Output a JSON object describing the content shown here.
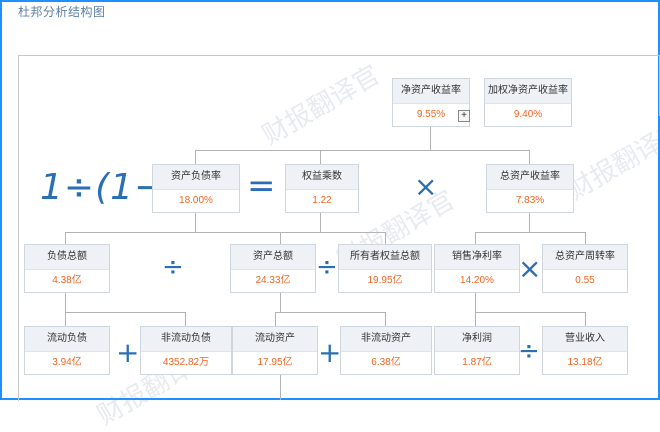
{
  "page_title": "杜邦分析结构图",
  "formula_text": "1÷(1−",
  "watermark": "财报翻译官",
  "nodes": {
    "roe": {
      "label": "净资产收益率",
      "value": "9.55%"
    },
    "w_roe": {
      "label": "加权净资产收益率",
      "value": "9.40%"
    },
    "debt_ratio": {
      "label": "资产负债率",
      "value": "18.00%"
    },
    "equity_mult": {
      "label": "权益乘数",
      "value": "1.22"
    },
    "roa": {
      "label": "总资产收益率",
      "value": "7.83%"
    },
    "total_liab": {
      "label": "负债总额",
      "value": "4.38亿"
    },
    "total_assets": {
      "label": "资产总额",
      "value": "24.33亿"
    },
    "owners_equity": {
      "label": "所有者权益总额",
      "value": "19.95亿"
    },
    "net_margin": {
      "label": "销售净利率",
      "value": "14.20%"
    },
    "asset_turnover": {
      "label": "总资产周转率",
      "value": "0.55"
    },
    "current_liab": {
      "label": "流动负债",
      "value": "3.94亿"
    },
    "noncurrent_liab": {
      "label": "非流动负债",
      "value": "4352.82万"
    },
    "current_assets": {
      "label": "流动资产",
      "value": "17.95亿"
    },
    "noncurrent_assets": {
      "label": "非流动资产",
      "value": "6.38亿"
    },
    "net_profit": {
      "label": "净利润",
      "value": "1.87亿"
    },
    "revenue": {
      "label": "营业收入",
      "value": "13.18亿"
    }
  },
  "operators": {
    "equals": "=",
    "times": "×",
    "divide": "÷",
    "plus": "+",
    "expand": "+"
  },
  "colors": {
    "border": "#1e90ff",
    "value": "#f26522",
    "operator": "#2a6fb5"
  }
}
